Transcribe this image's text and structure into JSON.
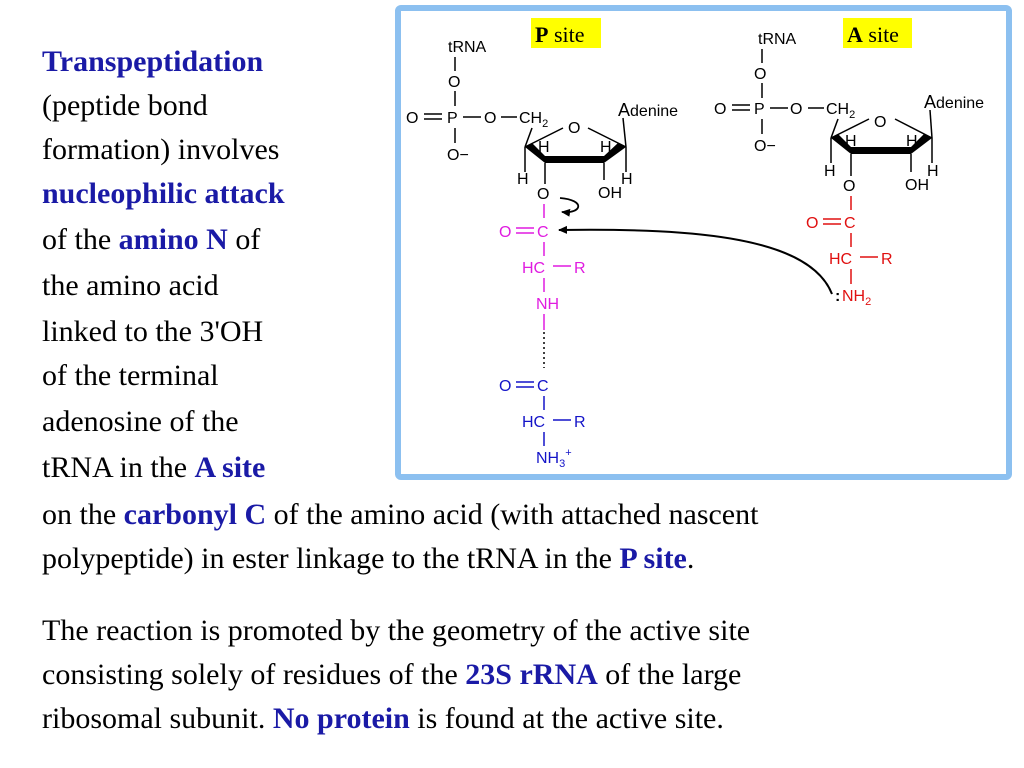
{
  "left_text": {
    "title": "Transpeptidation",
    "l1": "(peptide bond",
    "l2": "formation) involves",
    "l3": "nucleophilic attack",
    "l4a": "of the ",
    "l4b": "amino N",
    "l4c": " of",
    "l5": "the amino acid",
    "l6": "linked to the 3'OH",
    "l7": "of the terminal",
    "l8": "adenosine of the",
    "l9a": "tRNA in the ",
    "l9b": "A site"
  },
  "para1": {
    "line1a": "on the ",
    "line1b": "carbonyl C",
    "line1c": " of the amino acid (with attached nascent",
    "line2a": "polypeptide) in ester linkage to the tRNA in the ",
    "line2b": "P site",
    "line2c": "."
  },
  "para2": {
    "line1": "The reaction is promoted by the geometry of the active site",
    "line2a": "consisting solely of residues of the ",
    "line2b": "23S rRNA",
    "line2c": " of the large",
    "line3a": "ribosomal subunit.  ",
    "line3b": "No protein",
    "line3c": " is found at the active site."
  },
  "diagram": {
    "p_site_bold": "P",
    "p_site_rest": " site",
    "a_site_bold": "A",
    "a_site_rest": " site",
    "trna": "tRNA",
    "o": "O",
    "p": "P",
    "o_minus": "O−",
    "ch2": "CH",
    "ch2_sub": "2",
    "adenine_a": "A",
    "adenine_rest": "denine",
    "h": "H",
    "oh": "OH",
    "c": "C",
    "hc": "HC",
    "r": "R",
    "nh": "NH",
    "nh3": "NH",
    "nh3_sub": "3",
    "nh3_sup": "+",
    "lone_pair": ":",
    "nh2": "NH",
    "nh2_sub": "2",
    "colors": {
      "p_site_acyl": "#e01ce0",
      "a_site_acyl": "#e01010",
      "peptide": "#1414c8",
      "highlight": "#ffff00",
      "border": "#8cc0f0"
    }
  }
}
